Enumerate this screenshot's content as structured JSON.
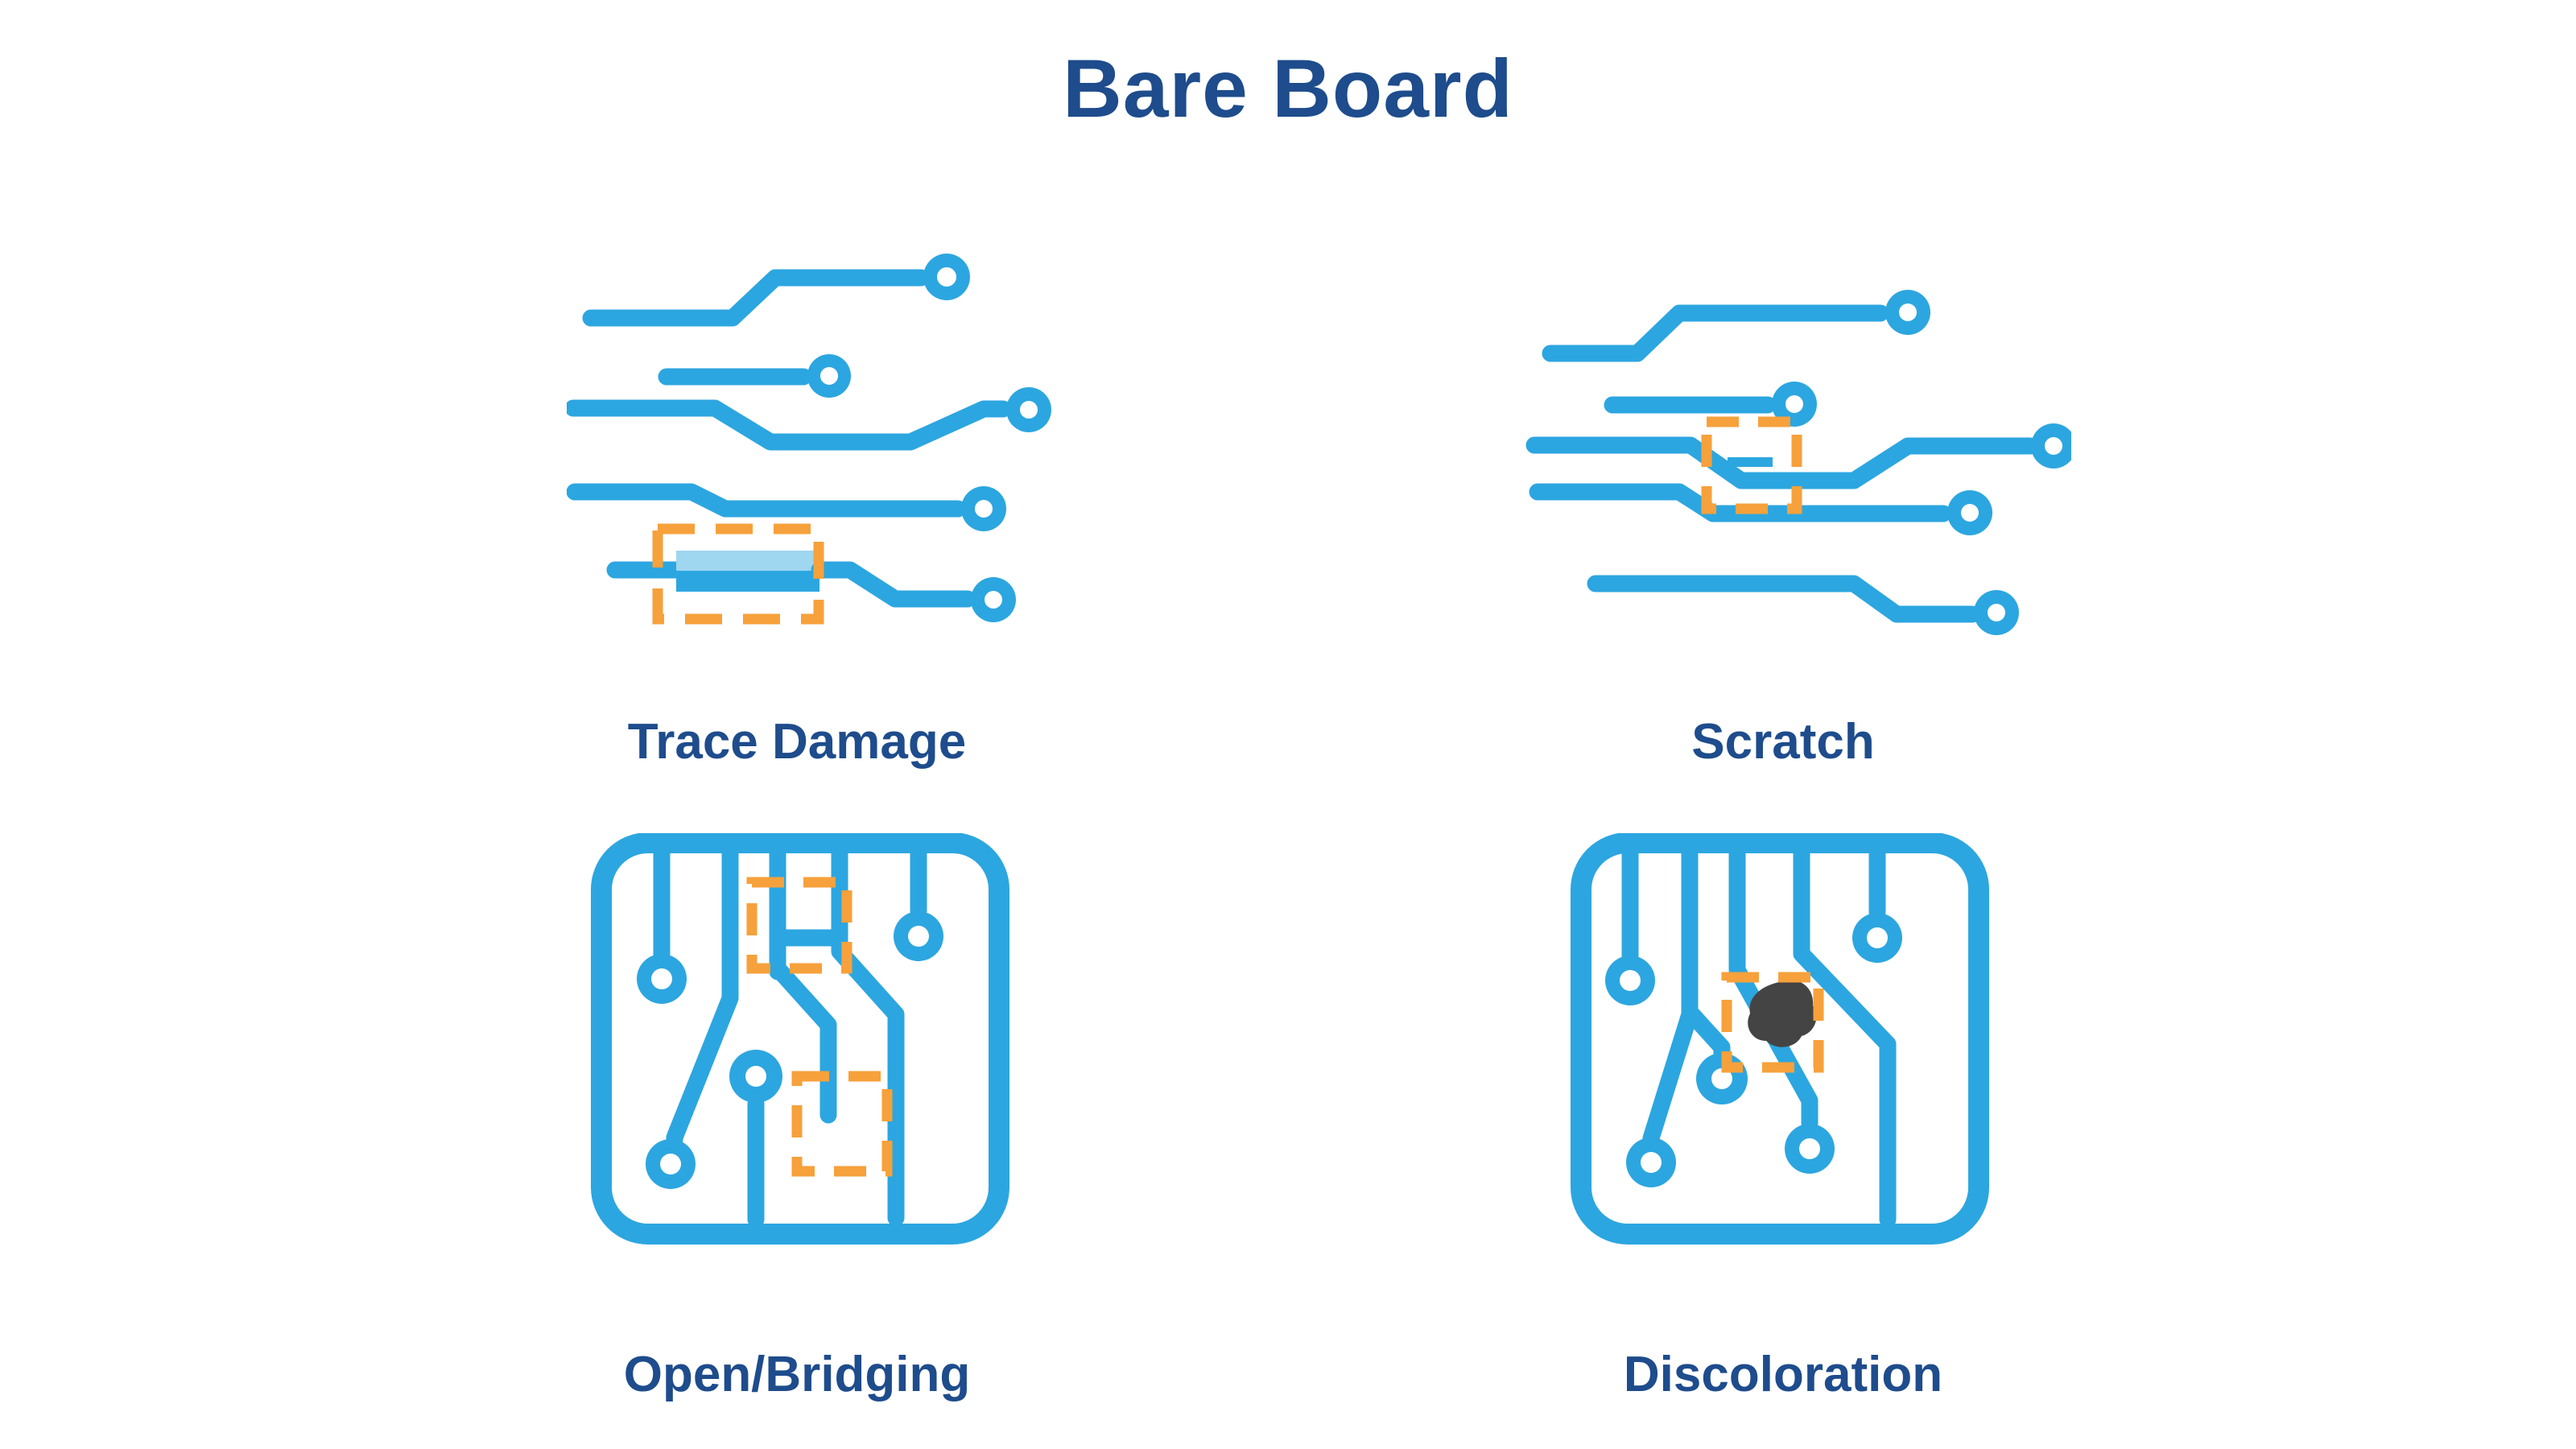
{
  "title": "Bare Board",
  "cards": [
    {
      "id": "trace-damage",
      "label": "Trace Damage",
      "icon": "circuit-traces-damage-icon"
    },
    {
      "id": "scratch",
      "label": "Scratch",
      "icon": "circuit-traces-scratch-icon"
    },
    {
      "id": "open-bridging",
      "label": "Open/Bridging",
      "icon": "pcb-board-open-bridging-icon"
    },
    {
      "id": "discoloration",
      "label": "Discoloration",
      "icon": "pcb-board-discoloration-icon"
    }
  ],
  "colors": {
    "background": "#FFFFFF",
    "trace_blue": "#2CA6E0",
    "damaged_trace_light_blue": "#9FD6F0",
    "highlight_orange": "#F6A13B",
    "text_navy": "#1E4C8C",
    "discoloration_gray": "#444444"
  }
}
